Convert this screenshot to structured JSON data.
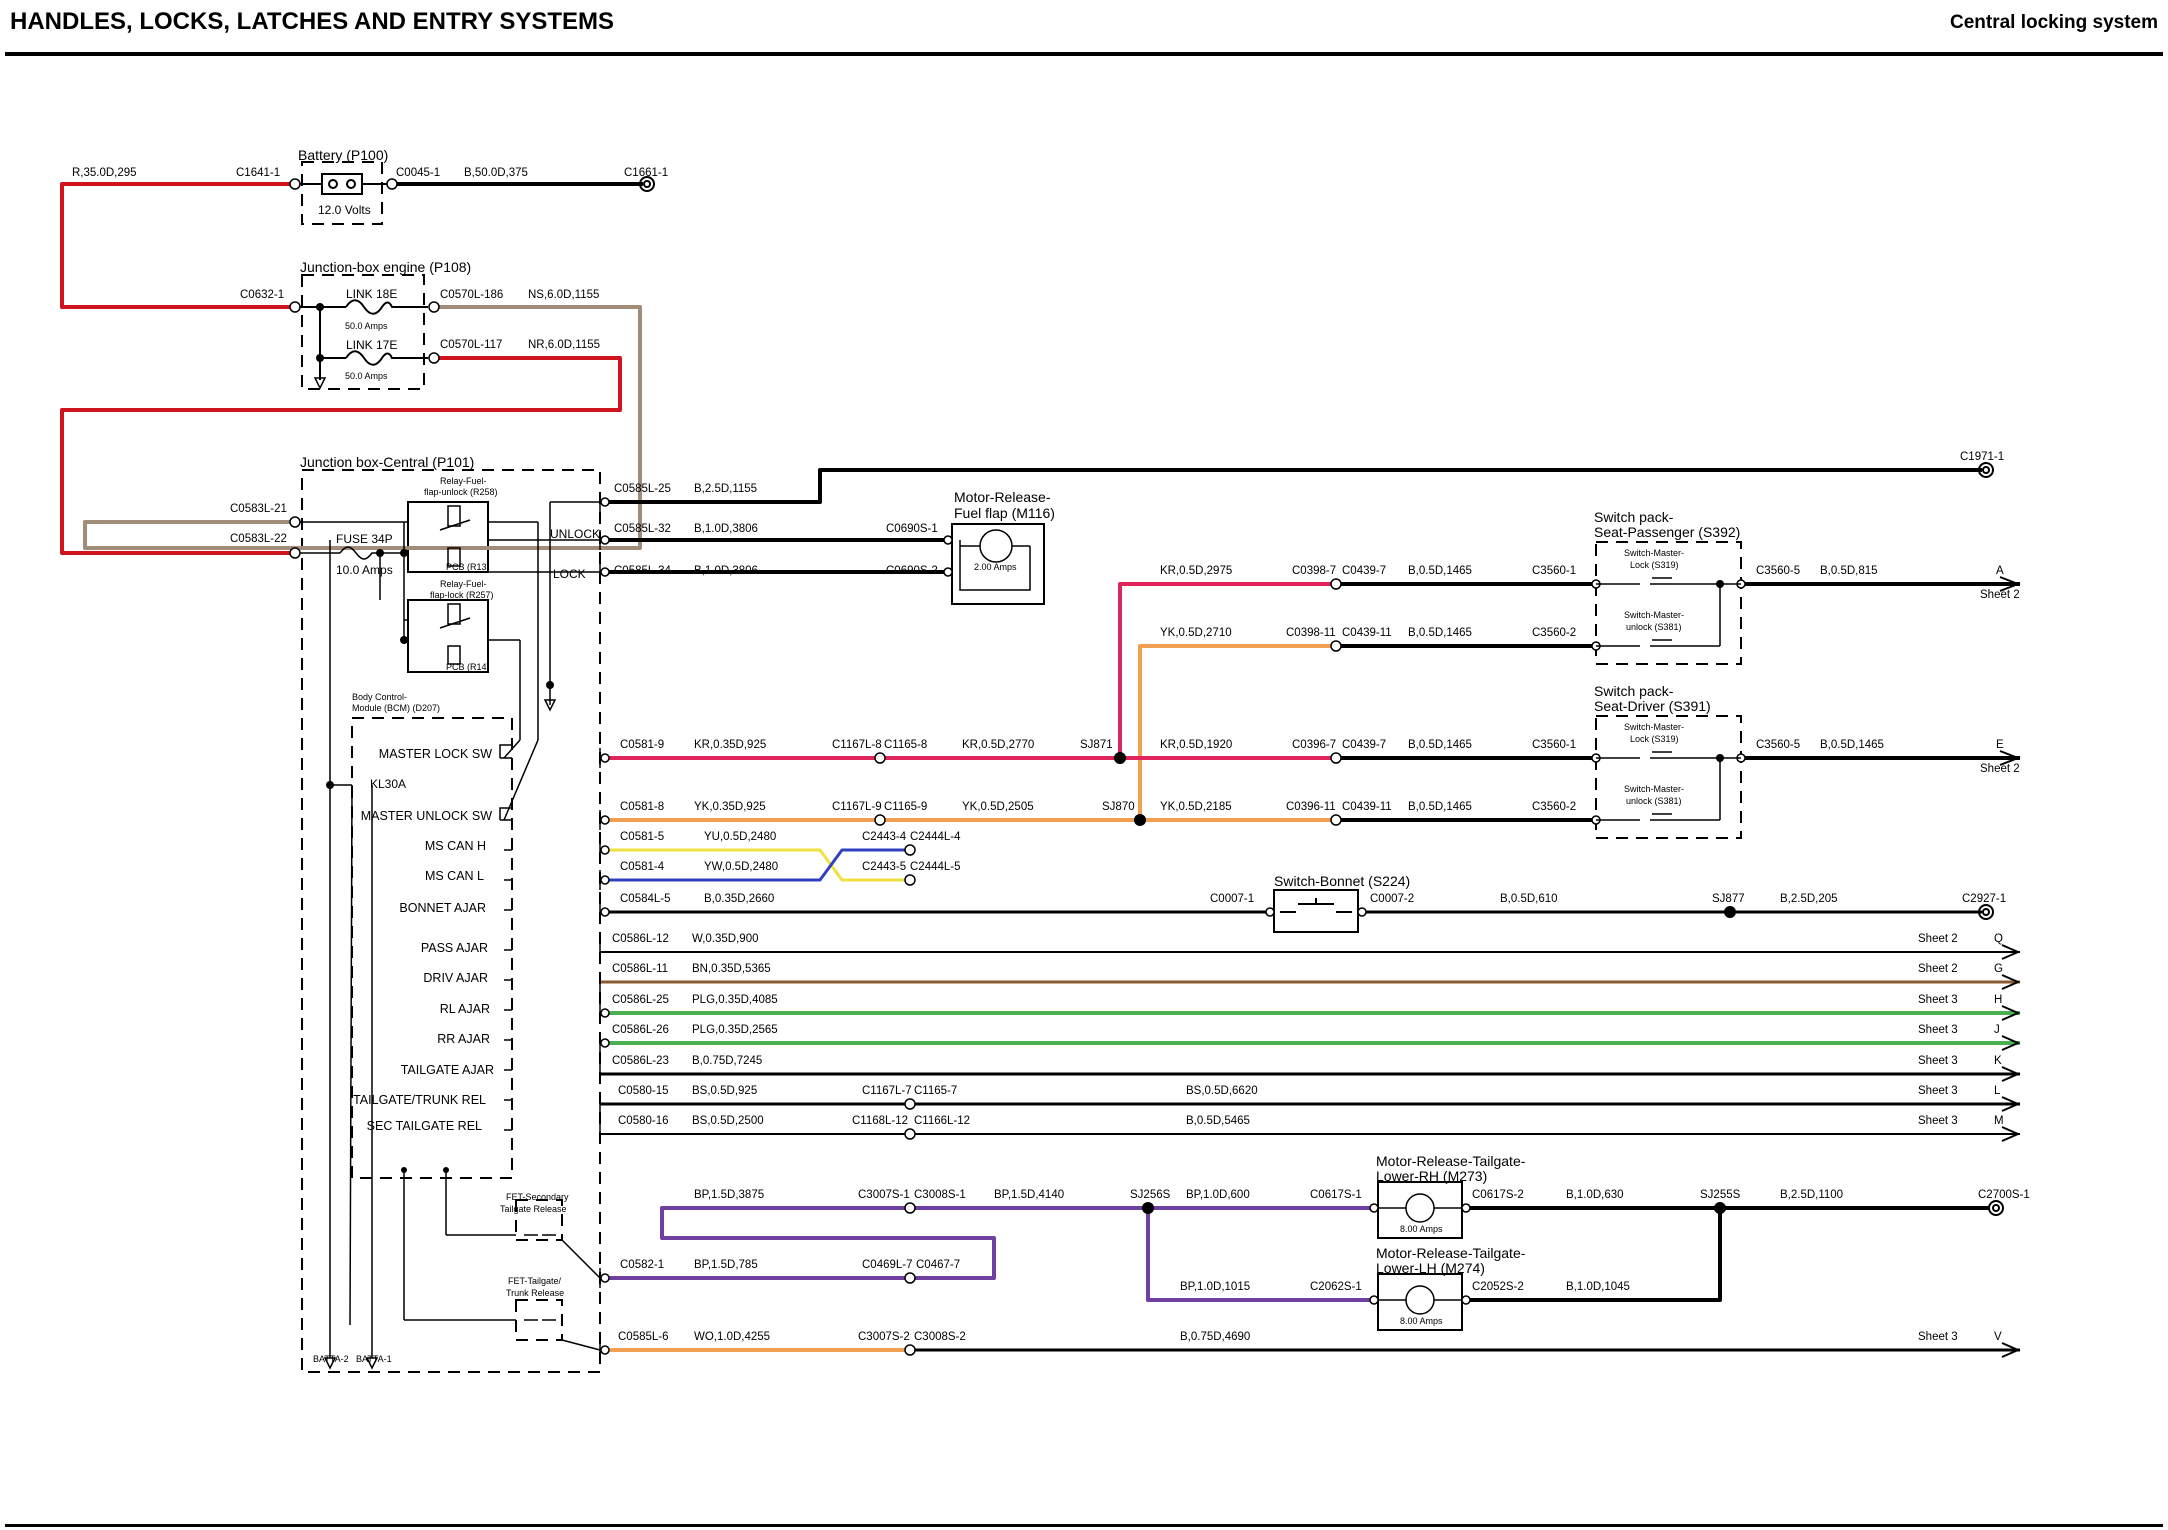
{
  "header": {
    "title": "HANDLES, LOCKS, LATCHES AND ENTRY SYSTEMS",
    "subtitle": "Central locking system"
  },
  "colors": {
    "red": "#d0141e",
    "brown_tan": "#a08c78",
    "pink": "#e0245e",
    "orange": "#f0a050",
    "yellow": "#f0e040",
    "blue": "#3040c0",
    "green": "#4ab050",
    "purple": "#7040a0",
    "black": "#000000"
  },
  "components": {
    "battery": {
      "name": "Battery (P100)",
      "rating": "12.0 Volts"
    },
    "jbox_engine": {
      "name": "Junction-box engine (P108)",
      "link18": "LINK 18E",
      "link18_rating": "50.0 Amps",
      "link17": "LINK 17E",
      "link17_rating": "50.0 Amps"
    },
    "jbox_central": {
      "name": "Junction box-Central (P101)",
      "fuse": "FUSE 34P",
      "fuse_rating": "10.0 Amps"
    },
    "relay_unlock": {
      "line1": "Relay-Fuel-",
      "line2": "flap-unlock (R258)",
      "pcb": "PCB (R13)"
    },
    "relay_lock": {
      "line1": "Relay-Fuel-",
      "line2": "flap-lock (R257)",
      "pcb": "PCB (R14)"
    },
    "bcm": {
      "line1": "Body Control-",
      "line2": "Module (BCM) (D207)"
    },
    "motor_fuel": {
      "line1": "Motor-Release-",
      "line2": "Fuel flap (M116)",
      "rating": "2.00 Amps"
    },
    "switch_pass": {
      "line1": "Switch pack-",
      "line2": "Seat-Passenger (S392)"
    },
    "switch_driver": {
      "line1": "Switch pack-",
      "line2": "Seat-Driver (S391)"
    },
    "sw_lock": {
      "line1": "Switch-Master-",
      "line2": "Lock (S319)"
    },
    "sw_unlock": {
      "line1": "Switch-Master-",
      "line2": "unlock (S381)"
    },
    "switch_bonnet": {
      "name": "Switch-Bonnet (S224)"
    },
    "motor_rh": {
      "line1": "Motor-Release-Tailgate-",
      "line2": "Lower-RH (M273)",
      "rating": "8.00 Amps"
    },
    "motor_lh": {
      "line1": "Motor-Release-Tailgate-",
      "line2": "Lower-LH (M274)",
      "rating": "8.00 Amps"
    },
    "fet_secondary": {
      "line1": "FET-Secondary",
      "line2": "Tailgate Release"
    },
    "fet_tailgate": {
      "line1": "FET-Tailgate/",
      "line2": "Trunk Release"
    }
  },
  "labels": {
    "unlock": "UNLOCK",
    "lock": "LOCK",
    "kl30a": "KL30A",
    "batta2": "BATTA-2",
    "batta1": "BATTA-1",
    "sheet2": "Sheet 2",
    "sheet3": "Sheet 3"
  },
  "bcm_signals": [
    "MASTER LOCK SW",
    "MASTER UNLOCK SW",
    "MS CAN H",
    "MS CAN L",
    "BONNET AJAR",
    "PASS AJAR",
    "DRIV AJAR",
    "RL AJAR",
    "RR AJAR",
    "TAILGATE AJAR",
    "TAILGATE/TRUNK REL",
    "SEC TAILGATE REL"
  ],
  "connectors": {
    "c1641": "C1641-1",
    "c0045": "C0045-1",
    "c1661": "C1661-1",
    "c0632": "C0632-1",
    "c0570_186": "C0570L-186",
    "c0570_117": "C0570L-117",
    "c0583_21": "C0583L-21",
    "c0583_22": "C0583L-22",
    "c0585_25": "C0585L-25",
    "c0585_32": "C0585L-32",
    "c0585_34": "C0585L-34",
    "c1971": "C1971-1",
    "c0690_1": "C0690S-1",
    "c0690_2": "C0690S-2",
    "c0398_7": "C0398-7",
    "c0439_7a": "C0439-7",
    "c3560_1a": "C3560-1",
    "c3560_5a": "C3560-5",
    "c0398_11": "C0398-11",
    "c0439_11a": "C0439-11",
    "c3560_2a": "C3560-2",
    "c0581_9": "C0581-9",
    "c1167_8": "C1167L-8",
    "c1165_8": "C1165-8",
    "sj871": "SJ871",
    "c0396_7": "C0396-7",
    "c0439_7b": "C0439-7",
    "c3560_1b": "C3560-1",
    "c3560_5b": "C3560-5",
    "c0581_8": "C0581-8",
    "c1167_9": "C1167L-9",
    "c1165_9": "C1165-9",
    "sj870": "SJ870",
    "c0396_11": "C0396-11",
    "c0439_11b": "C0439-11",
    "c3560_2b": "C3560-2",
    "c0581_5": "C0581-5",
    "c2443_4": "C2443-4",
    "c2444_4": "C2444L-4",
    "c0581_4": "C0581-4",
    "c2443_5": "C2443-5",
    "c2444_5": "C2444L-5",
    "c0584_5": "C0584L-5",
    "c0007_1": "C0007-1",
    "c0007_2": "C0007-2",
    "sj877": "SJ877",
    "c2927": "C2927-1",
    "c0586_12": "C0586L-12",
    "c0586_11": "C0586L-11",
    "c0586_25": "C0586L-25",
    "c0586_26": "C0586L-26",
    "c0586_23": "C0586L-23",
    "c0580_15": "C0580-15",
    "c1167_7": "C1167L-7",
    "c1165_7": "C1165-7",
    "c0580_16": "C0580-16",
    "c1168_12": "C1168L-12",
    "c1166_12": "C1166L-12",
    "c3007_1": "C3007S-1",
    "c3008_1": "C3008S-1",
    "sj256": "SJ256S",
    "c0617_1": "C0617S-1",
    "c0617_2": "C0617S-2",
    "sj255": "SJ255S",
    "c2700": "C2700S-1",
    "c0582_1": "C0582-1",
    "c0469_7": "C0469L-7",
    "c0467_7": "C0467-7",
    "c2062_1": "C2062S-1",
    "c2052_2": "C2052S-2",
    "c0585_6": "C0585L-6",
    "c3007_2": "C3007S-2",
    "c3008_2": "C3008S-2"
  },
  "wires": {
    "w_r35": "R,35.0D,295",
    "w_b50": "B,50.0D,375",
    "w_ns": "NS,6.0D,1155",
    "w_nr": "NR,6.0D,1155",
    "w_b25_1155": "B,2.5D,1155",
    "w_b1_3806a": "B,1.0D,3806",
    "w_b1_3806b": "B,1.0D,3806",
    "w_kr_2975": "KR,0.5D,2975",
    "w_b05_1465a": "B,0.5D,1465",
    "w_b05_815": "B,0.5D,815",
    "w_yk_2710": "YK,0.5D,2710",
    "w_b05_1465b": "B,0.5D,1465",
    "w_kr_925": "KR,0.35D,925",
    "w_kr_2770": "KR,0.5D,2770",
    "w_kr_1920": "KR,0.5D,1920",
    "w_b05_1465c": "B,0.5D,1465",
    "w_b05_1465d": "B,0.5D,1465",
    "w_yk_925": "YK,0.35D,925",
    "w_yk_2505": "YK,0.5D,2505",
    "w_yk_2185": "YK,0.5D,2185",
    "w_b05_1465e": "B,0.5D,1465",
    "w_yu": "YU,0.5D,2480",
    "w_yw": "YW,0.5D,2480",
    "w_b035_2660": "B,0.35D,2660",
    "w_b05_610": "B,0.5D,610",
    "w_b25_205": "B,2.5D,205",
    "w_w": "W,0.35D,900",
    "w_bn": "BN,0.35D,5365",
    "w_plg_4085": "PLG,0.35D,4085",
    "w_plg_2565": "PLG,0.35D,2565",
    "w_b075_7245": "B,0.75D,7245",
    "w_bs_925": "BS,0.5D,925",
    "w_bs_6620": "BS,0.5D,6620",
    "w_bs_2500": "BS,0.5D,2500",
    "w_b05_5465": "B,0.5D,5465",
    "w_bp_3875": "BP,1.5D,3875",
    "w_bp_4140": "BP,1.5D,4140",
    "w_bp_600": "BP,1.0D,600",
    "w_b1_630": "B,1.0D,630",
    "w_b25_1100": "B,2.5D,1100",
    "w_bp_785": "BP,1.5D,785",
    "w_bp_1015": "BP,1.0D,1015",
    "w_b1_1045": "B,1.0D,1045",
    "w_wo": "WO,1.0D,4255",
    "w_b075_4690": "B,0.75D,4690"
  },
  "endpoints": {
    "a": "A",
    "e": "E",
    "q": "Q",
    "g": "G",
    "h": "H",
    "j": "J",
    "k": "K",
    "l": "L",
    "m": "M",
    "v": "V"
  }
}
